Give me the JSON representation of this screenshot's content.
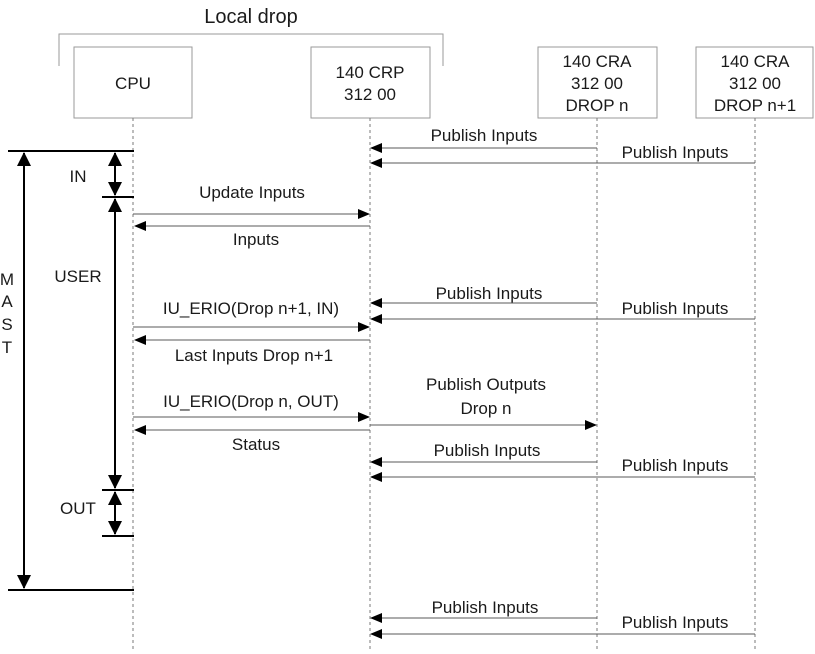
{
  "group_label": "Local drop",
  "participants": [
    {
      "id": "cpu",
      "lines": [
        "CPU"
      ]
    },
    {
      "id": "crp",
      "lines": [
        "140 CRP",
        "312 00"
      ]
    },
    {
      "id": "cra_n",
      "lines": [
        "140 CRA",
        "312 00",
        "DROP n"
      ]
    },
    {
      "id": "cra_n1",
      "lines": [
        "140 CRA",
        "312 00",
        "DROP n+1"
      ]
    }
  ],
  "phases": {
    "mast_letters": [
      "M",
      "A",
      "S",
      "T"
    ],
    "in_label": "IN",
    "user_label": "USER",
    "out_label": "OUT"
  },
  "messages": {
    "publish_inputs_n_1": "Publish Inputs",
    "publish_inputs_n1_1": "Publish Inputs",
    "update_inputs": "Update Inputs",
    "inputs": "Inputs",
    "iu_erio_in": "IU_ERIO(Drop n+1, IN)",
    "publish_inputs_n_2": "Publish Inputs",
    "publish_inputs_n1_2": "Publish Inputs",
    "last_inputs": "Last Inputs Drop n+1",
    "iu_erio_out": "IU_ERIO(Drop n, OUT)",
    "publish_outputs_line1": "Publish Outputs",
    "publish_outputs_line2": "Drop n",
    "status": "Status",
    "publish_inputs_n_3": "Publish Inputs",
    "publish_inputs_n1_3": "Publish Inputs",
    "publish_inputs_n_4": "Publish Inputs",
    "publish_inputs_n1_4": "Publish Inputs"
  }
}
